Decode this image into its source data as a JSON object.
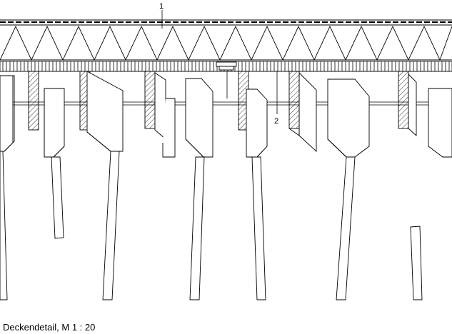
{
  "drawing": {
    "caption": "Deckendetail, M 1 : 20",
    "callouts": [
      {
        "id": "1",
        "label": "1"
      },
      {
        "id": "2",
        "label": "2"
      }
    ]
  }
}
